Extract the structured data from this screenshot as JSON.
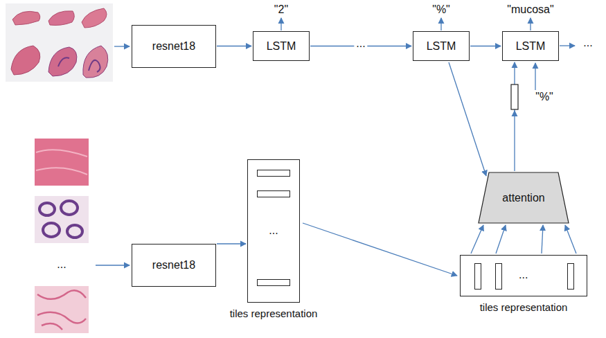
{
  "diagram": {
    "nodes": [
      {
        "text": [
          "resnet18"
        ]
      },
      {
        "text": [
          "LSTM"
        ]
      },
      {
        "text": [
          "LSTM"
        ]
      },
      {
        "text": [
          "LSTM"
        ]
      },
      {
        "text": [
          "attention"
        ]
      },
      {
        "text": [
          "resnet18"
        ]
      },
      {
        "text": [
          "...",
          "tiles representation"
        ]
      },
      {
        "text": [
          "...",
          "tiles representation"
        ]
      }
    ],
    "edges": [
      {
        "from": 0,
        "to": 1,
        "arrow": "to"
      },
      {
        "from": 1,
        "to": 2,
        "label": "...",
        "arrow": "to"
      },
      {
        "from": 2,
        "to": 3,
        "arrow": "to"
      },
      {
        "from": 2,
        "to": 4,
        "arrow": "to"
      },
      {
        "from": 4,
        "to": 3,
        "arrow": "to"
      },
      {
        "from": 5,
        "to": 6,
        "arrow": "to"
      },
      {
        "from": 6,
        "to": 7,
        "arrow": "to"
      },
      {
        "from": 7,
        "to": 4,
        "arrow": "to"
      },
      {
        "from": 7,
        "to": 4,
        "arrow": "to"
      },
      {
        "from": 7,
        "to": 4,
        "arrow": "to"
      },
      {
        "from": 7,
        "to": 4,
        "arrow": "to"
      }
    ],
    "labels": [
      "\"2\"",
      "\"%\"",
      "\"mucosa\"",
      "...",
      "\"%\"",
      "..."
    ]
  }
}
